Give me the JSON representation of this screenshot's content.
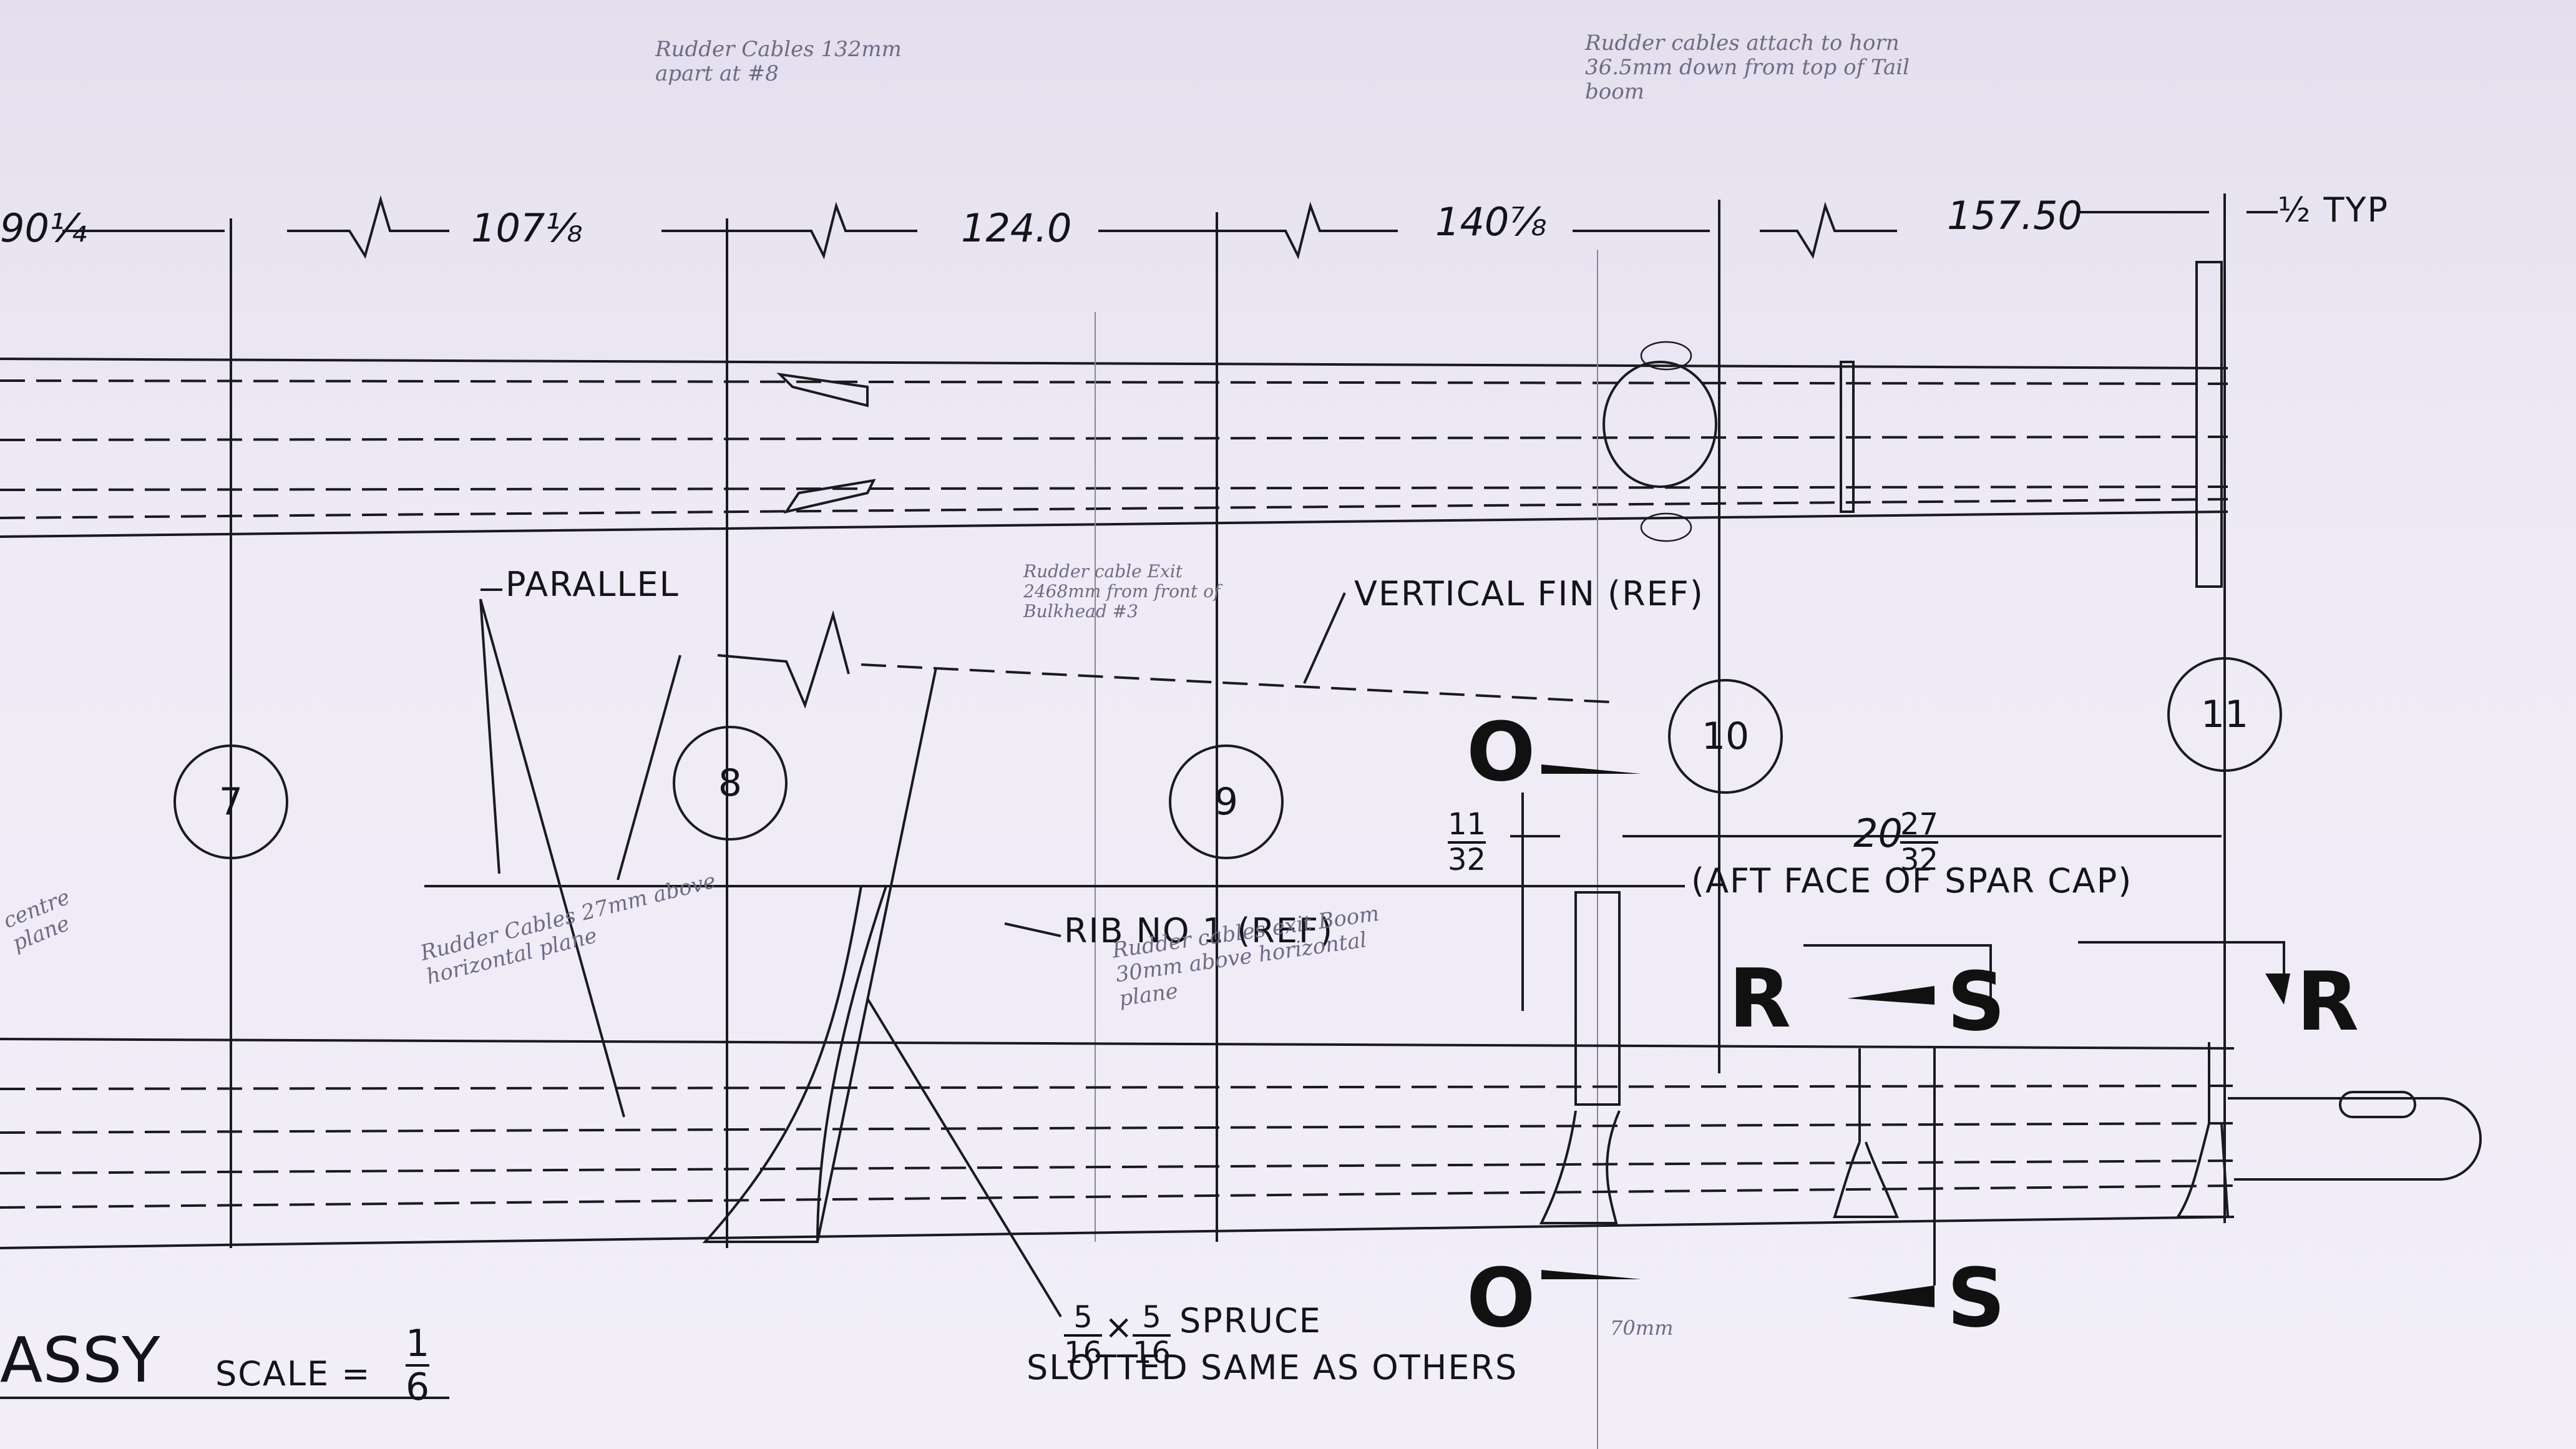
{
  "dimensions": {
    "d1": "90¼",
    "d2": "107⅛",
    "d3": "124.0",
    "d4": "140⅞",
    "d5": "157.50",
    "typ": "½ TYP",
    "eleven_num": "11",
    "eleven_den": "32",
    "span_whole": "20",
    "span_num": "27",
    "span_den": "32"
  },
  "labels": {
    "parallel": "PARALLEL",
    "vertical_fin": "VERTICAL FIN (REF)",
    "rib_no1": "RIB NO 1 (REF)",
    "aft_face": "(AFT FACE OF SPAR CAP)",
    "spruce_num": "5",
    "spruce_den": "16",
    "spruce_text": "SPRUCE",
    "slotted": "SLOTTED SAME AS OTHERS",
    "title_fragment": "ASSY",
    "scale": "SCALE =",
    "scale_num": "1",
    "scale_den": "6"
  },
  "stations": [
    "7",
    "8",
    "9",
    "10",
    "11"
  ],
  "sections": {
    "o_top": "O",
    "o_bottom": "O",
    "r_left": "R",
    "r_right": "R",
    "s_top": "S",
    "s_bottom": "S"
  },
  "notes": {
    "n1": "Rudder Cables 132mm apart at #8",
    "n2": "Rudder cables attach to horn 36.5mm down from top of Tail boom",
    "n3": "Rudder cable Exit 2468mm from front of Bulkhead #3",
    "n4": "Rudder Cables 27mm above horizontal plane",
    "n5": "Rudder cables exit Boom 30mm above horizontal plane",
    "n6": "70mm",
    "n7": "centre plane"
  }
}
